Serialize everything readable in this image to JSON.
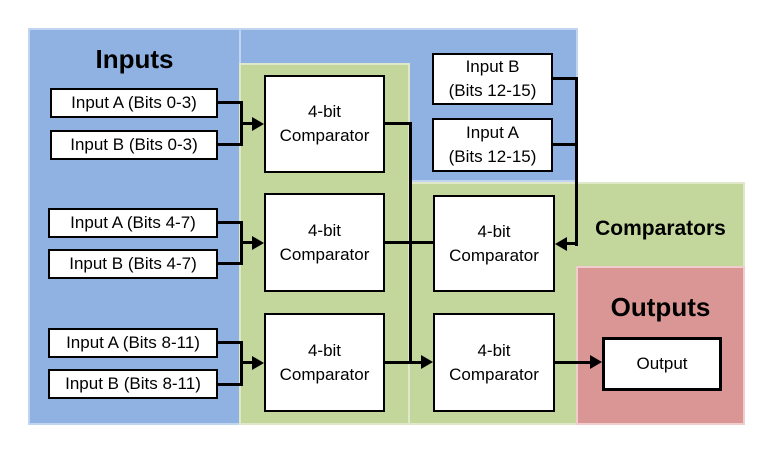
{
  "colors": {
    "inputs_region_blue": "#8FB2E3",
    "comparators_region_green": "#C3D69B",
    "outputs_region_red": "#D99694",
    "wire_black": "#000000",
    "node_fill_white": "#FFFFFF"
  },
  "inputs": {
    "title": "Inputs",
    "boxes": [
      {
        "label": "Input A (Bits 0-3)"
      },
      {
        "label": "Input B (Bits 0-3)"
      },
      {
        "label": "Input A (Bits 4-7)"
      },
      {
        "label": "Input B (Bits 4-7)"
      },
      {
        "label": "Input A (Bits 8-11)"
      },
      {
        "label": "Input B (Bits 8-11)"
      }
    ],
    "stacked_boxes": [
      {
        "line1": "Input B",
        "line2": "(Bits 12-15)"
      },
      {
        "line1": "Input A",
        "line2": "(Bits 12-15)"
      }
    ]
  },
  "comparators": {
    "title": "Comparators",
    "box_line1": "4-bit",
    "box_line2": "Comparator"
  },
  "outputs": {
    "title": "Outputs",
    "box_label": "Output"
  }
}
